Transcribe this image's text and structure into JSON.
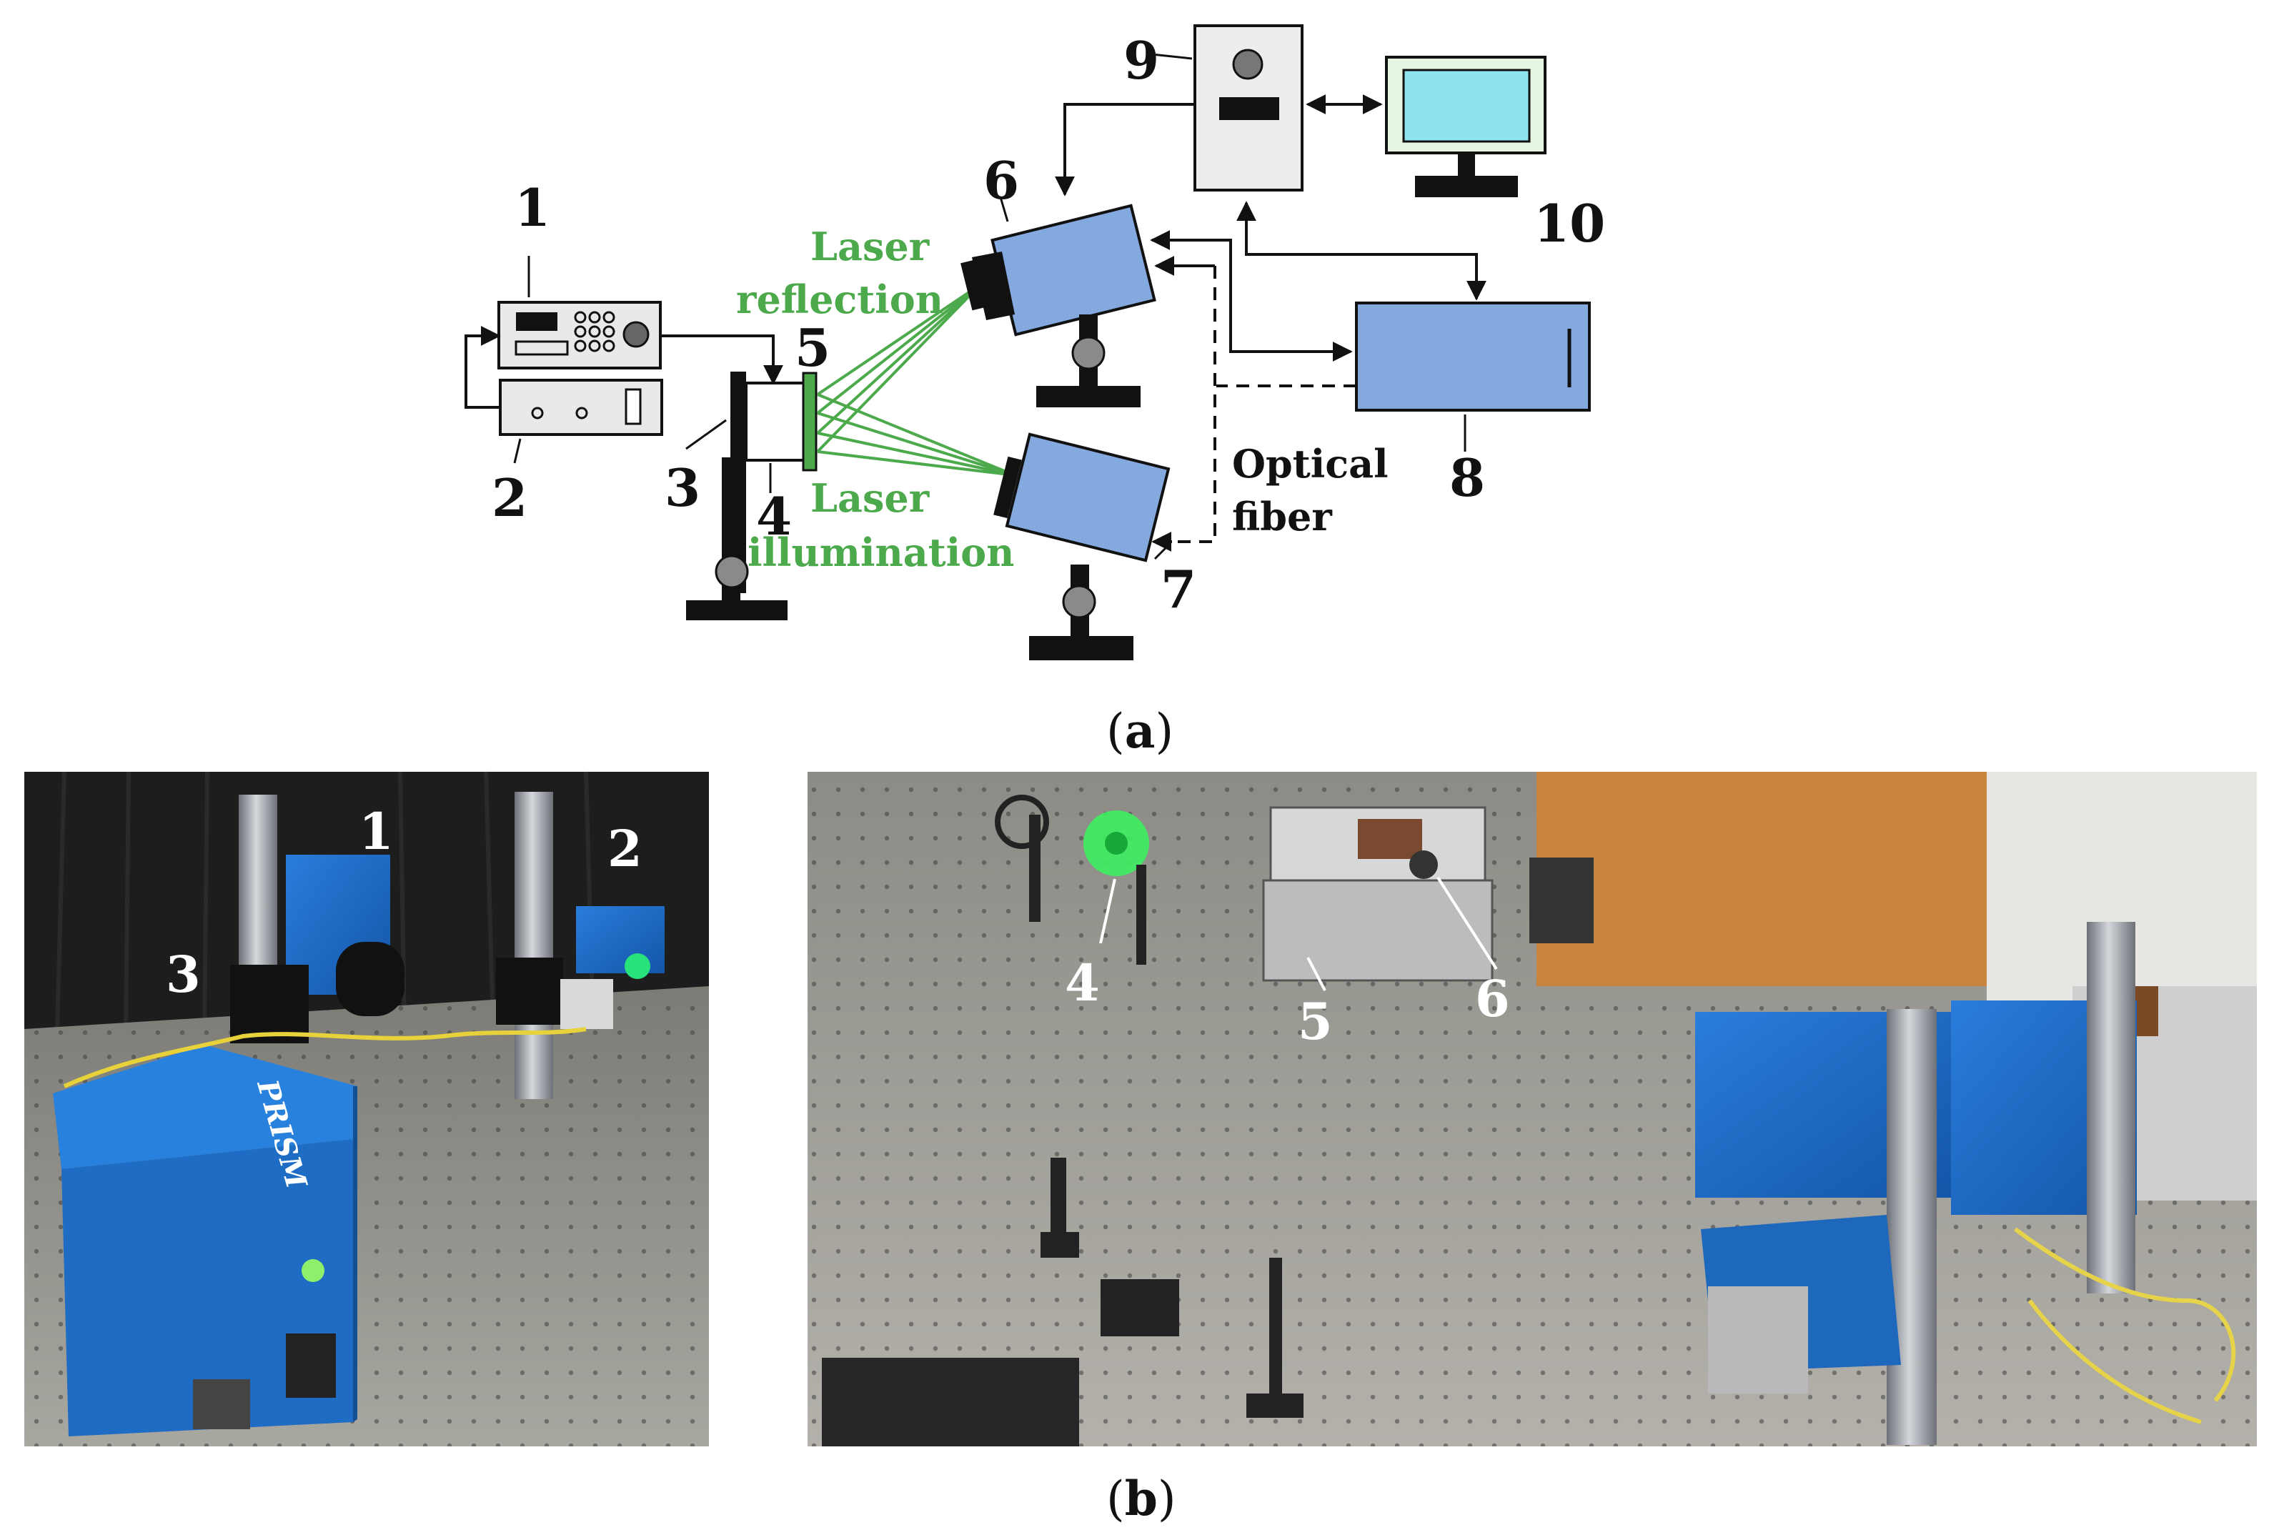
{
  "diagram": {
    "numbers": [
      "1",
      "2",
      "3",
      "4",
      "5",
      "6",
      "7",
      "8",
      "9",
      "10"
    ],
    "laser_reflection": [
      "Laser",
      "reflection"
    ],
    "laser_illumination": [
      "Laser",
      "illumination"
    ],
    "optical_fiber": [
      "Optical",
      "fiber"
    ],
    "caption_a": "a"
  },
  "photos": {
    "left_labels": [
      "1",
      "2",
      "3"
    ],
    "left_brand": "PRISM",
    "right_labels": [
      "4",
      "5",
      "6"
    ],
    "caption_b": "b"
  },
  "colors": {
    "device_blue": "#84a9de",
    "laser_green": "#4caa4c",
    "monitor_screen": "#8fe3ee",
    "monitor_frame": "#e6f6e2",
    "photo_table": "#8a8a86",
    "photo_blue": "#1f6ec9"
  }
}
